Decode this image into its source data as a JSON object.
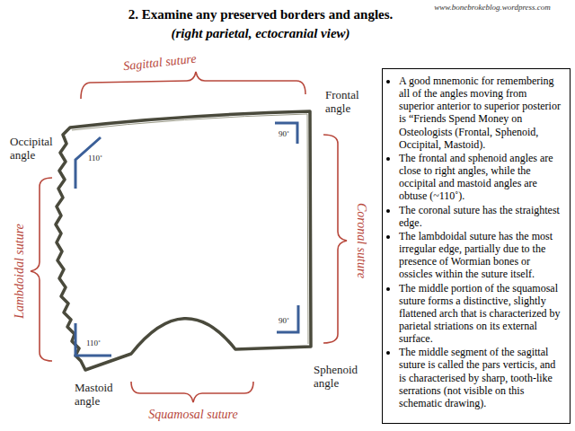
{
  "diagram": {
    "title": "2. Examine any preserved borders and angles.",
    "nodes": [
      {
        "text": [
          "A good mnemonic for remembering all of the angles moving from superior anterior to superior posterior is “Friends Spend Money on Osteologists (Frontal, Sphenoid, Occipital, Mastoid).",
          "The frontal and sphenoid angles are close to right angles, while the occipital and mastoid angles are obtuse (~110˚).",
          "The coronal suture has the straightest edge.",
          "The lambdoidal suture has the most irregular edge, partially due to the presence of Wormian bones or ossicles within the suture itself.",
          "The middle portion of the squamosal suture forms a distinctive, slightly flattened arch that is characterized by parietal striations on its external surface.",
          "The middle segment of the sagittal suture is called the pars verticis, and is characterised by sharp, tooth-like serrations (not visible on this schematic drawing)."
        ]
      }
    ],
    "labels": [
      "www.bonebrokeblog.wordpress.com",
      "(right parietal, ectocranial view)",
      "Sagittal suture",
      "Coronal suture",
      "Lambdoidal suture",
      "Squamosal suture",
      "Frontal angle",
      "Occipital angle",
      "Mastoid angle",
      "Sphenoid angle",
      "90˚",
      "110˚",
      "110˚",
      "90˚"
    ]
  }
}
